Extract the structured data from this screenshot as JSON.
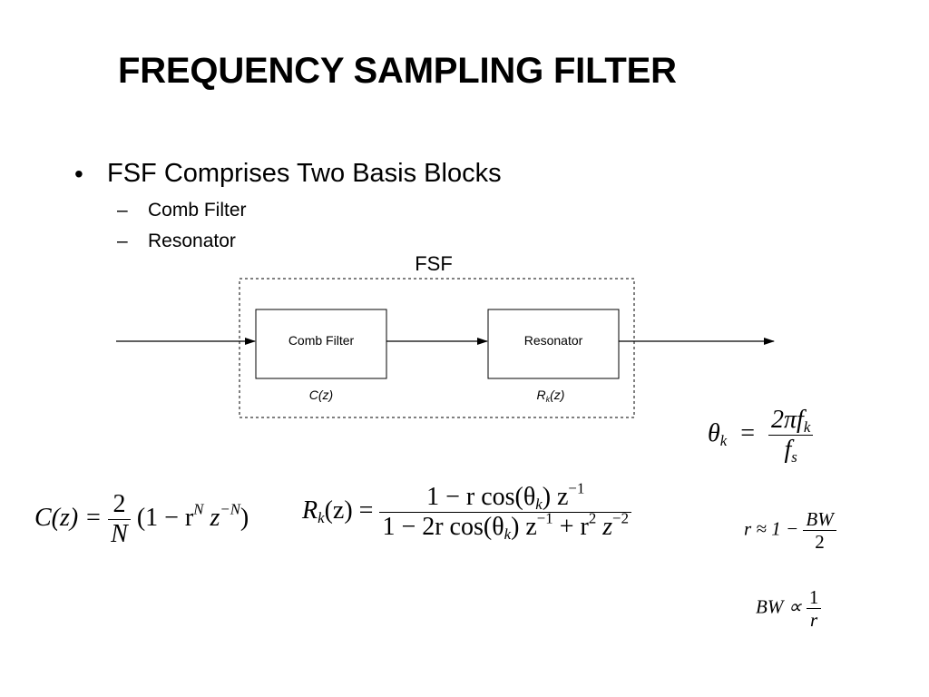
{
  "title": "FREQUENCY SAMPLING FILTER",
  "bullets": {
    "dot": "•",
    "main": "FSF Comprises Two Basis Blocks",
    "dash": "–",
    "sub": [
      "Comb Filter",
      "Resonator"
    ]
  },
  "diagram": {
    "group_label": "FSF",
    "comb_block_label": "Comb Filter",
    "comb_transfer_label": "C(z)",
    "resonator_block_label": "Resonator",
    "resonator_transfer_label_R": "R",
    "resonator_transfer_label_sub": "k",
    "resonator_transfer_label_tail": "(z)"
  },
  "equations": {
    "comb": {
      "lhs": "C(z) =",
      "frac_num": "2",
      "frac_den": "N",
      "paren_open": "(1 − r",
      "exp_N": "N",
      "z": "z",
      "exp_negN": "−N",
      "paren_close": ")"
    },
    "resonator": {
      "lhs_R": "R",
      "lhs_sub": "k",
      "lhs_rest": "(z) =",
      "num_a": "1 − r cos(θ",
      "num_sub": "k",
      "num_b": ") z",
      "num_exp": "−1",
      "den_a": "1 − 2r cos(θ",
      "den_sub": "k",
      "den_b": ") z",
      "den_exp1": "−1",
      "den_c": " + r",
      "den_exp2": "2",
      "den_d": "z",
      "den_exp3": "−2"
    },
    "theta": {
      "lhs_theta": "θ",
      "lhs_sub": "k",
      "eq": "=",
      "num": "2πf",
      "num_sub": "k",
      "den": "f",
      "den_sub": "s"
    },
    "r_approx": {
      "lhs": "r ≈ 1 −",
      "num": "BW",
      "den": "2"
    },
    "bw_prop": {
      "lhs": "BW ∝",
      "num": "1",
      "den": "r"
    }
  }
}
